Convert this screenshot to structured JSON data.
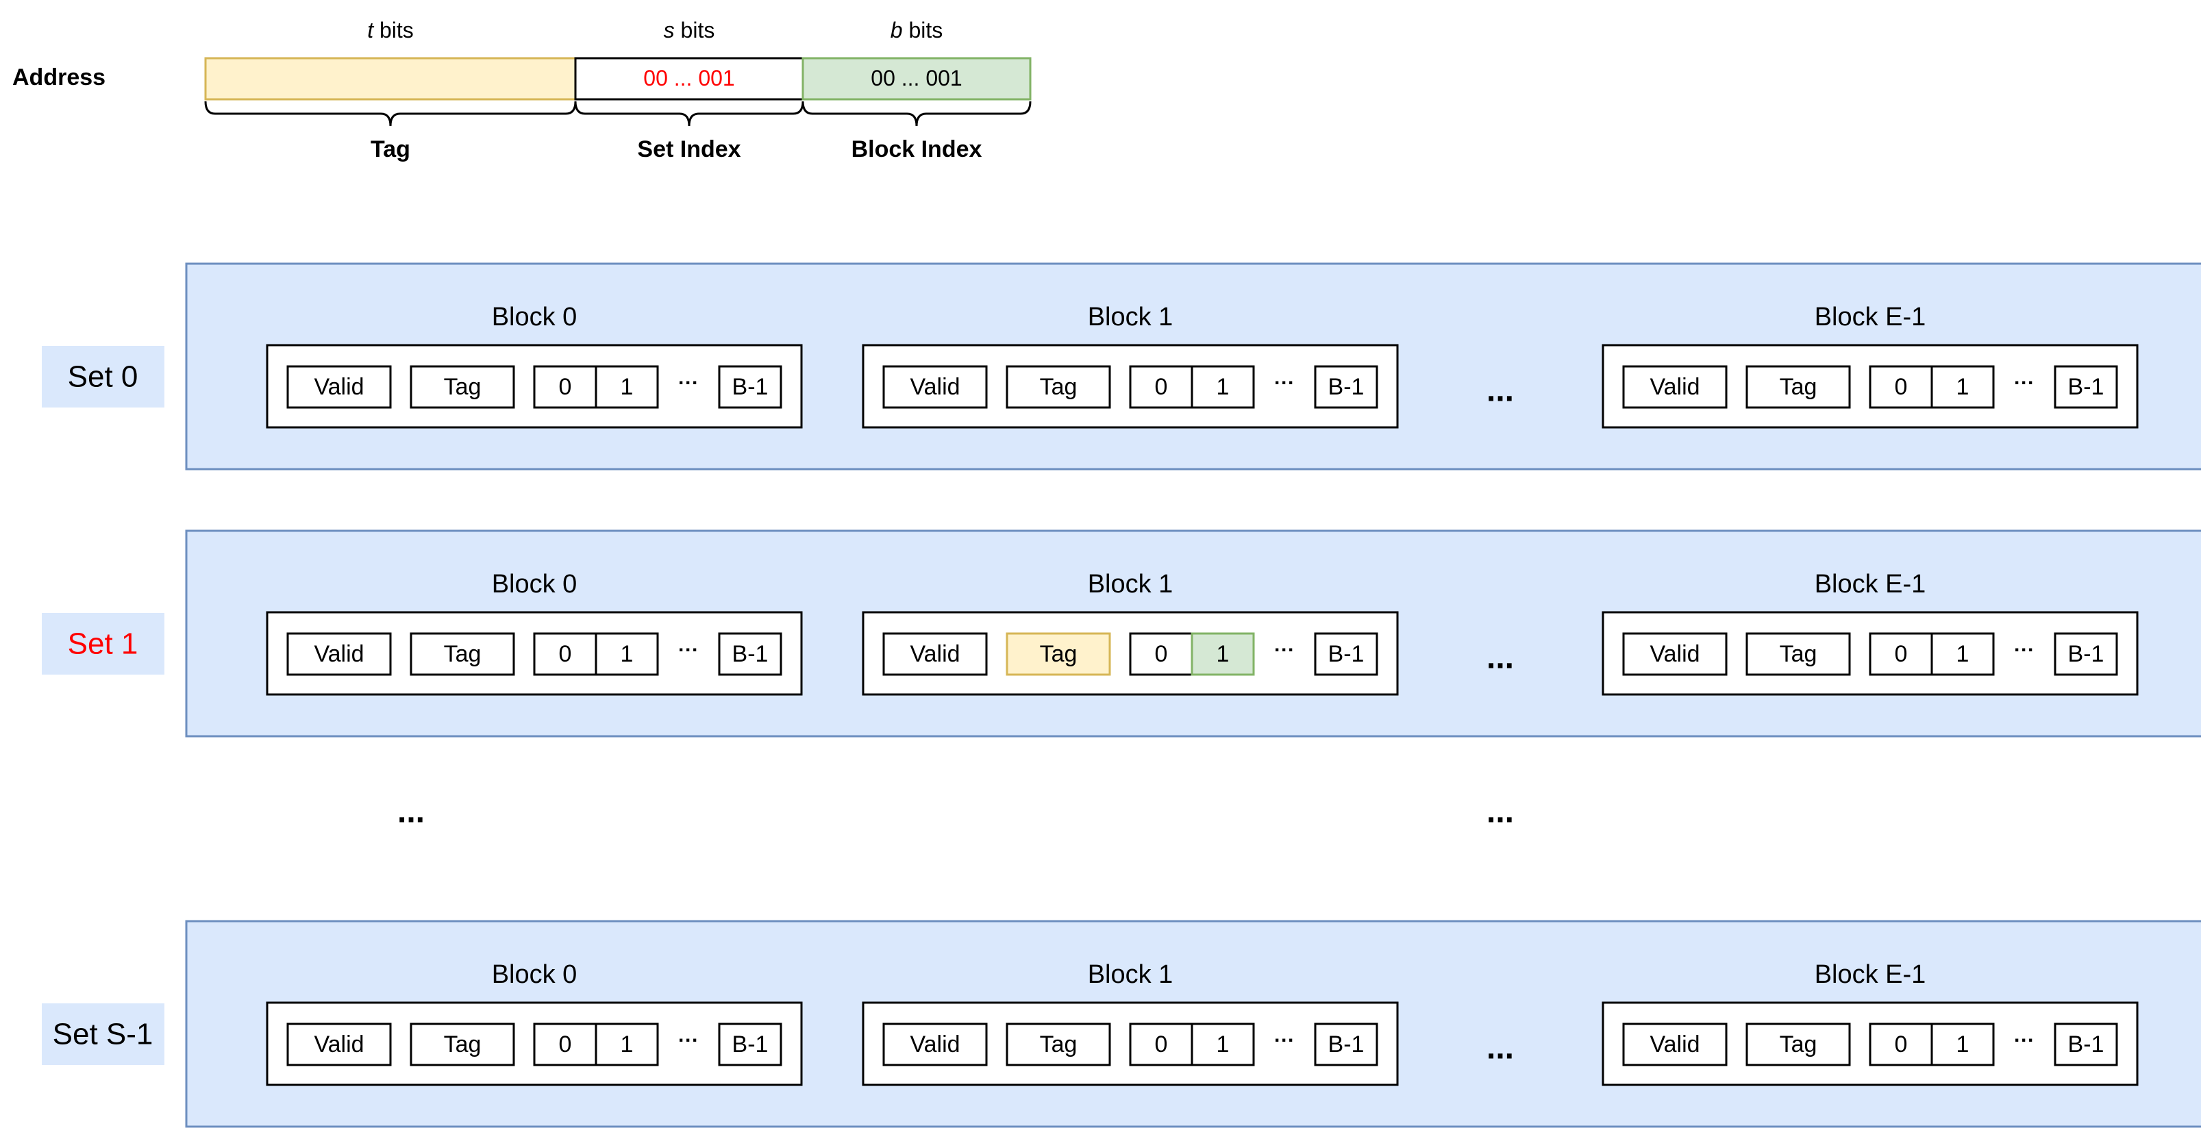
{
  "colors": {
    "set_background": "#dae8fc",
    "set_border": "#6c8ebf",
    "tag_fill": "#fff2cc",
    "tag_border": "#d6b656",
    "block_index_fill": "#d5e8d4",
    "block_index_border": "#82b366",
    "highlight_text": "#ff0000"
  },
  "address": {
    "label": "Address",
    "fields": [
      {
        "width_var": "t",
        "width_suffix": "bits",
        "value": "",
        "brace_label": "Tag",
        "style": "tag"
      },
      {
        "width_var": "s",
        "width_suffix": "bits",
        "value": "00 ... 001",
        "brace_label": "Set Index",
        "style": "set",
        "value_highlight": true
      },
      {
        "width_var": "b",
        "width_suffix": "bits",
        "value": "00 ... 001",
        "brace_label": "Block Index",
        "style": "block"
      }
    ]
  },
  "sets": [
    {
      "label": "Set 0",
      "highlight": false,
      "blocks": [
        {
          "title": "Block 0",
          "highlight_tag": false,
          "highlight_byte": null
        },
        {
          "title": "Block 1",
          "highlight_tag": false,
          "highlight_byte": null
        },
        {
          "title": "Block E-1",
          "highlight_tag": false,
          "highlight_byte": null
        }
      ]
    },
    {
      "label": "Set 1",
      "highlight": true,
      "blocks": [
        {
          "title": "Block 0",
          "highlight_tag": false,
          "highlight_byte": null
        },
        {
          "title": "Block 1",
          "highlight_tag": true,
          "highlight_byte": 1
        },
        {
          "title": "Block E-1",
          "highlight_tag": false,
          "highlight_byte": null
        }
      ]
    },
    {
      "label": "Set S-1",
      "highlight": false,
      "blocks": [
        {
          "title": "Block 0",
          "highlight_tag": false,
          "highlight_byte": null
        },
        {
          "title": "Block 1",
          "highlight_tag": false,
          "highlight_byte": null
        },
        {
          "title": "Block E-1",
          "highlight_tag": false,
          "highlight_byte": null
        }
      ]
    }
  ],
  "line_cells": {
    "valid": "Valid",
    "tag": "Tag",
    "bytes": [
      "0",
      "1"
    ],
    "byte_ellipsis": "···",
    "last_byte": "B-1"
  },
  "ellipsis": "..."
}
